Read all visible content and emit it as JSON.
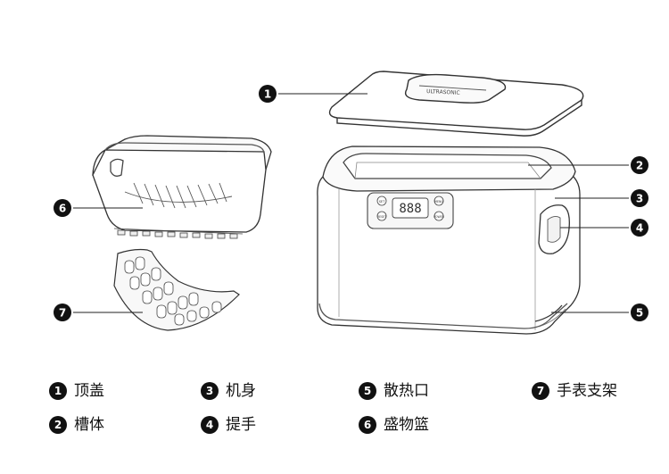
{
  "panel": {
    "ref": "SET",
    "mode": "MENU",
    "reset": "RESET",
    "power": "POWER",
    "display": "888"
  },
  "callouts": [
    {
      "num": "1"
    },
    {
      "num": "2"
    },
    {
      "num": "3"
    },
    {
      "num": "4"
    },
    {
      "num": "5"
    },
    {
      "num": "6"
    },
    {
      "num": "7"
    }
  ],
  "legend": [
    {
      "num": "1",
      "label": "顶盖"
    },
    {
      "num": "2",
      "label": "槽体"
    },
    {
      "num": "3",
      "label": "机身"
    },
    {
      "num": "4",
      "label": "提手"
    },
    {
      "num": "5",
      "label": "散热口"
    },
    {
      "num": "6",
      "label": "盛物篮"
    },
    {
      "num": "7",
      "label": "手表支架"
    }
  ]
}
